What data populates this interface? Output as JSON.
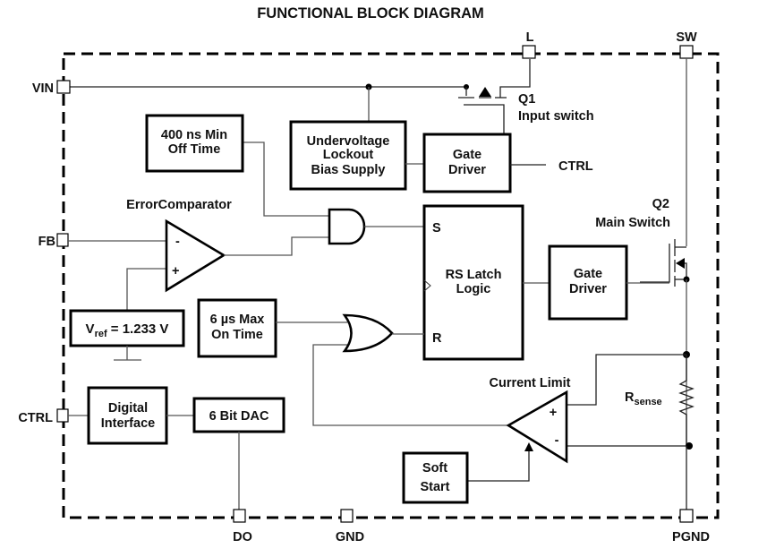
{
  "title": "FUNCTIONAL BLOCK DIAGRAM",
  "pins": {
    "vin": "VIN",
    "l": "L",
    "sw": "SW",
    "fb": "FB",
    "ctrl_left": "CTRL",
    "do": "DO",
    "gnd": "GND",
    "pgnd": "PGND"
  },
  "blocks": {
    "min_off_time": [
      "400 ns Min",
      "Off Time"
    ],
    "uvlo": [
      "Undervoltage",
      "Lockout",
      "Bias Supply"
    ],
    "gate_driver_top": [
      "Gate",
      "Driver"
    ],
    "rs_latch": [
      "RS Latch",
      "Logic"
    ],
    "gate_driver_main": [
      "Gate",
      "Driver"
    ],
    "vref": {
      "main": "V",
      "sub": "ref",
      "value": " = 1.233 V"
    },
    "max_on_time": [
      "6 µs Max",
      "On Time"
    ],
    "digital_interface": [
      "Digital",
      "Interface"
    ],
    "dac": "6 Bit DAC",
    "soft_start": [
      "Soft",
      "Start"
    ]
  },
  "labels": {
    "ctrl_right": "CTRL",
    "q1": "Q1",
    "q1_desc": "Input switch",
    "q2": "Q2",
    "q2_desc": "Main Switch",
    "error_comparator": "ErrorComparator",
    "current_limit": "Current Limit",
    "rsense_main": "R",
    "rsense_sub": "sense",
    "latch_s": "S",
    "latch_r": "R",
    "minus": "-",
    "plus": "+"
  }
}
